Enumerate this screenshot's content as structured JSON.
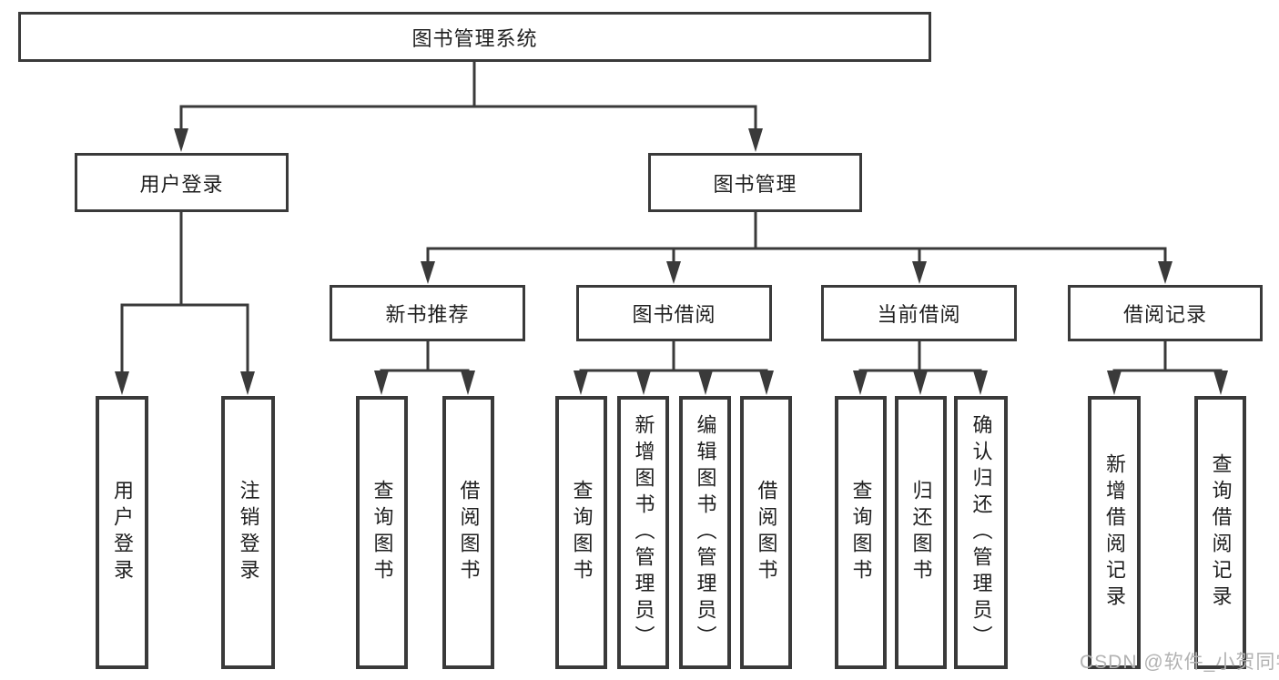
{
  "diagram": {
    "root": {
      "label": "图书管理系统"
    },
    "branches": [
      {
        "label": "用户登录",
        "children": [
          {
            "label": "用户登录"
          },
          {
            "label": "注销登录"
          }
        ]
      },
      {
        "label": "图书管理",
        "children": [
          {
            "label": "新书推荐",
            "children": [
              {
                "label": "查询图书"
              },
              {
                "label": "借阅图书"
              }
            ]
          },
          {
            "label": "图书借阅",
            "children": [
              {
                "label": "查询图书"
              },
              {
                "label": "新增图书（管理员）"
              },
              {
                "label": "编辑图书（管理员）"
              },
              {
                "label": "借阅图书"
              }
            ]
          },
          {
            "label": "当前借阅",
            "children": [
              {
                "label": "查询图书"
              },
              {
                "label": "归还图书"
              },
              {
                "label": "确认归还（管理员）"
              }
            ]
          },
          {
            "label": "借阅记录",
            "children": [
              {
                "label": "新增借阅记录"
              },
              {
                "label": "查询借阅记录"
              }
            ]
          }
        ]
      }
    ]
  },
  "watermark": {
    "text": "CSDN @软件_小贺同学"
  },
  "colors": {
    "line": "#3a3a3a",
    "text": "#1f1f1f",
    "box_background": "#ffffff",
    "page_background": "#ffffff",
    "watermark": "#b2b2b2"
  }
}
